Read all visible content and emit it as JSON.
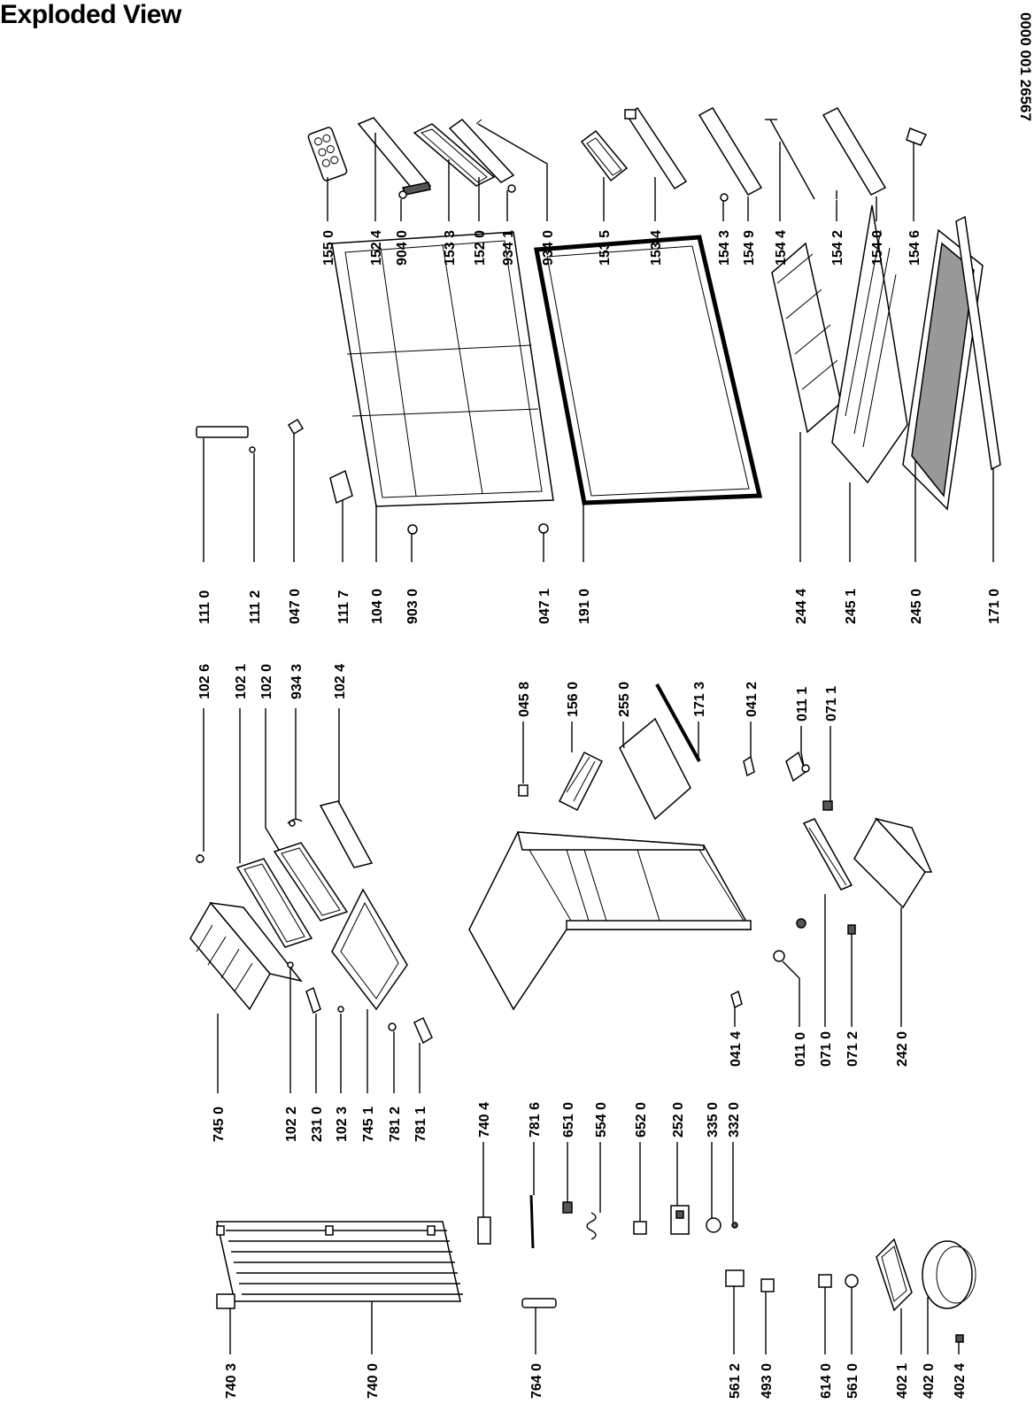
{
  "title": "Exploded View",
  "document_number": "0000 001 26567",
  "callouts": [
    "155 0",
    "152 4",
    "904 0",
    "153 3",
    "152 0",
    "934 1",
    "934 0",
    "153 5",
    "153 4",
    "154 3",
    "154 9",
    "154 4",
    "154 2",
    "154 0",
    "154 6",
    "111 0",
    "111 2",
    "047 0",
    "111 7",
    "104 0",
    "903 0",
    "047 1",
    "191 0",
    "244 4",
    "245 1",
    "245 0",
    "171 0",
    "102 6",
    "102 1",
    "102 0",
    "934 3",
    "102 4",
    "045 8",
    "156 0",
    "255 0",
    "171 3",
    "041 2",
    "011 1",
    "071 1",
    "745 0",
    "102 2",
    "231 0",
    "102 3",
    "745 1",
    "781 2",
    "781 1",
    "041 4",
    "011 0",
    "071 0",
    "071 2",
    "242 0",
    "740 4",
    "781 6",
    "651 0",
    "554 0",
    "652 0",
    "252 0",
    "335 0",
    "332 0",
    "740 3",
    "740 0",
    "764 0",
    "561 2",
    "493 0",
    "614 0",
    "561 0",
    "402 1",
    "402 0",
    "402 4"
  ]
}
